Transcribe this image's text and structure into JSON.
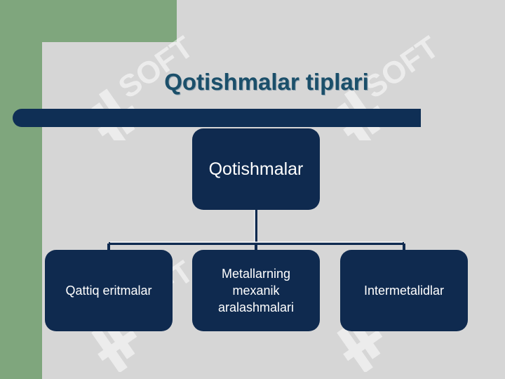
{
  "slide": {
    "title": "Qotishmalar tiplari",
    "watermark_text": "SOFT",
    "colors": {
      "background": "#d6d6d6",
      "green_band": "#7fa67d",
      "title_bar": "#0f2f55",
      "node_fill": "#0f2a4f",
      "title_text": "#1b4f6a",
      "watermark": "#e8f5ea"
    }
  },
  "diagram": {
    "root": {
      "label": "Qotishmalar"
    },
    "children": [
      {
        "label": "Qattiq eritmalar"
      },
      {
        "label": "Metallarning\nmexanik\naralashmalari"
      },
      {
        "label": "Intermetalidlar"
      }
    ]
  }
}
